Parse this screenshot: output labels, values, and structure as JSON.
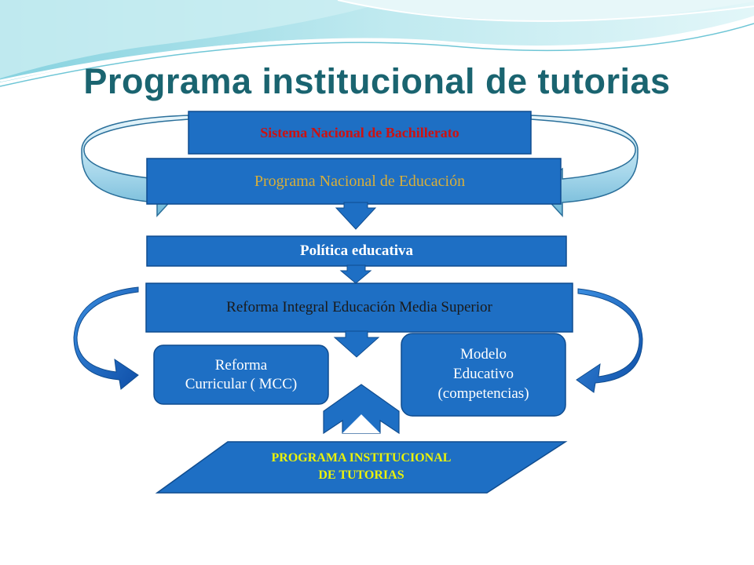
{
  "title": "Programa institucional de tutorias",
  "nodes": {
    "sistema_nacional": "Sistema Nacional  de Bachillerato",
    "programa_nacional": "Programa Nacional de Educación",
    "politica": "Política educativa",
    "reforma_integral": "Reforma Integral Educación Media Superior",
    "reforma_curricular": "Reforma\nCurricular ( MCC)",
    "modelo_educativo": "Modelo\nEducativo\n(competencias)",
    "programa_institucional": "PROGRAMA INSTITUCIONAL\nDE TUTORIAS"
  },
  "colors": {
    "box_blue": "#1e6fc4",
    "title_teal": "#1a6470",
    "accent_red": "#cc1111",
    "accent_gold": "#d7ae3a",
    "accent_yellow": "#eaf20a",
    "wave_light": "#bfe8ef"
  }
}
